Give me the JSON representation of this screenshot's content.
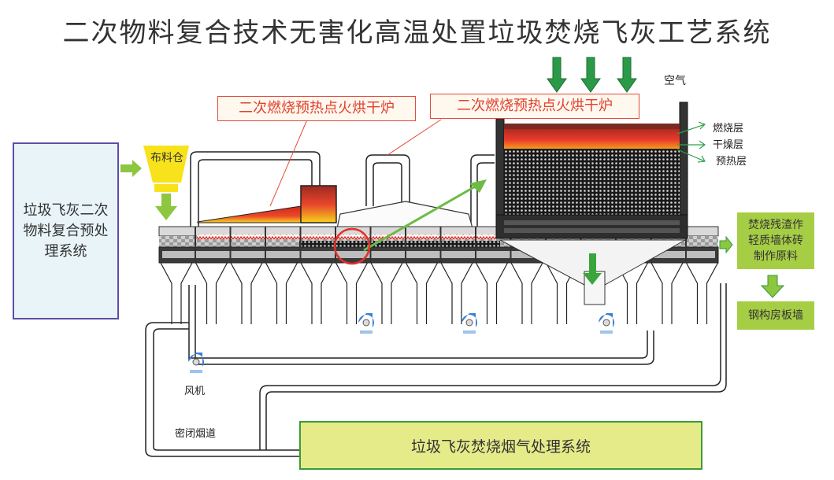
{
  "title": "二次物料复合技术无害化高温处置垃圾焚烧飞灰工艺系统",
  "pretreatment_box": {
    "label": "垃圾飞灰二次物料复合预处理系统",
    "lines": [
      "垃圾飞灰二次",
      "物料复合预处",
      "理系统"
    ]
  },
  "hopper": {
    "label": "布料仓"
  },
  "furnace_labels": [
    {
      "label": "二次燃烧预热点火烘干炉"
    },
    {
      "label": "二次燃烧预热点火烘干炉"
    }
  ],
  "air": {
    "label": "空气"
  },
  "layers": [
    {
      "label": "燃烧层"
    },
    {
      "label": "干燥层"
    },
    {
      "label": "预热层"
    }
  ],
  "outputs": {
    "residue": {
      "lines": [
        "焚烧残渣作",
        "轻质墙体砖",
        "制作原料"
      ]
    },
    "product": {
      "label": "钢构房板墙"
    }
  },
  "fan": {
    "label": "风机"
  },
  "duct": {
    "label": "密闭烟道"
  },
  "flue_gas_system": {
    "label": "垃圾飞灰焚烧烟气处理系统"
  },
  "colors": {
    "arrow_green": "#8dc63f",
    "dark_green": "#2e9b3e",
    "fire_red": "#e8392a",
    "fire_yellow": "#f7d21b",
    "fan_blue": "#3a7fd5",
    "label_red": "#e24a3b"
  }
}
